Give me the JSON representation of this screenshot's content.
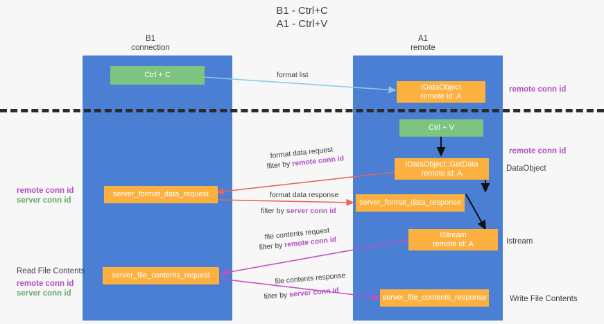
{
  "title": {
    "line1": "B1 - Ctrl+C",
    "line2": "A1 - Ctrl+V"
  },
  "columns": [
    {
      "name": "B1",
      "sub": "connection"
    },
    {
      "name": "A1",
      "sub": "remote"
    }
  ],
  "nodes": {
    "ctrl_c": "Ctrl + C",
    "idataobject_title": "IDataObject",
    "idataobject_sub": "remote id: A",
    "ctrl_v": "Ctrl + V",
    "getdata_title": "IDataObject::GetData",
    "getdata_sub": "remote id: A",
    "server_format_data_request": "server_format_data_request",
    "server_format_data_response": "server_format_data_response",
    "istream_title": "IStream",
    "istream_sub": "remote id: A",
    "server_file_contents_request": "server_file_contents_request",
    "server_file_contents_response": "server_file_contents_response"
  },
  "edge_labels": {
    "format_list": "format list",
    "format_data_request": "format data request",
    "format_data_request_filter_prefix": "filter by ",
    "format_data_request_filter_key": "remote conn id",
    "format_data_response": "format data response",
    "format_data_response_filter_prefix": "filter by ",
    "format_data_response_filter_key": "server conn id",
    "file_contents_request": "file contents request",
    "file_contents_request_filter_prefix": "filter by ",
    "file_contents_request_filter_key": "remote conn id",
    "file_contents_response": "file contents response",
    "file_contents_response_filter_prefix": "filter by ",
    "file_contents_response_filter_key": "server conn id"
  },
  "side_labels": {
    "right_remote_conn_top": "remote conn id",
    "right_remote_conn_mid": "remote conn id",
    "right_dataobject": "DataObject",
    "right_istream": "Istream",
    "right_write_file_contents": "Write File Contents",
    "left_remote_conn_id": "remote conn id",
    "left_server_conn_id": "server conn id",
    "left_read_file_contents": "Read File Contents",
    "left_remote_conn_id2": "remote conn id",
    "left_server_conn_id2": "server conn id"
  },
  "colors": {
    "lane": "#4a7fd4",
    "orange": "#fbb040",
    "green": "#7cc47f",
    "purple": "#b44ec4",
    "green_text": "#6aa96d",
    "arrow_blue": "#8ec9e8",
    "arrow_red": "#e8665a",
    "arrow_magenta": "#c24ec4",
    "arrow_black": "#000000",
    "dashed": "#2b2b2b",
    "background": "#f7f7f7"
  }
}
